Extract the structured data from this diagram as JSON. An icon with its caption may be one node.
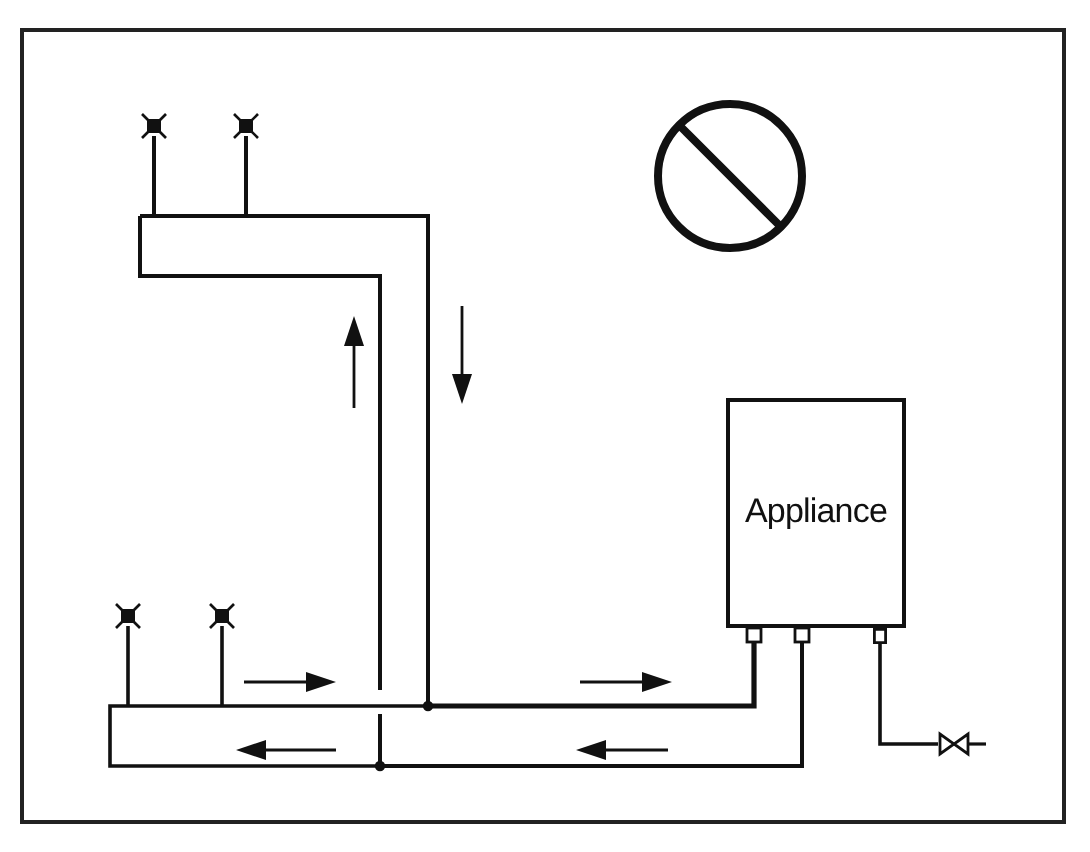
{
  "diagram": {
    "nodes": [
      {
        "text": [
          "Appliance"
        ]
      },
      {
        "text": [],
        "shape": "valve"
      }
    ],
    "edges": [
      {
        "from": 1,
        "to": 0,
        "arrow": "other"
      }
    ]
  }
}
